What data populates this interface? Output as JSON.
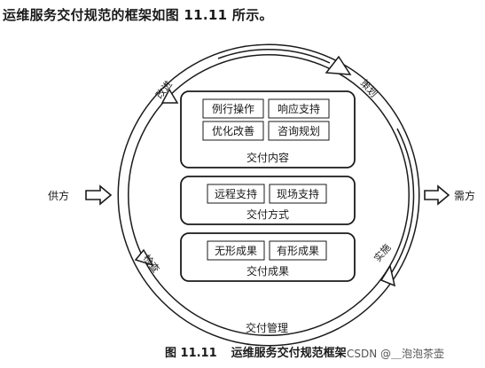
{
  "intro_text": "运维服务交付规范的框架如图 11.11 所示。",
  "content_items": [
    "例行操作",
    "响应支持",
    "优化改善",
    "咨询规划"
  ],
  "content_title": "交付内容",
  "method_items": [
    "远程支持",
    "现场支持"
  ],
  "method_title": "交付方式",
  "result_items": [
    "无形成果",
    "有形成果"
  ],
  "result_title": "交付成果",
  "management_label": "交付管理",
  "supplier_label": "供方",
  "demander_label": "需方",
  "cycle": {
    "improve": "改进",
    "plan": "策划",
    "implement": "实施",
    "check": "检查"
  },
  "caption": {
    "number": "图 11.11",
    "title": "运维服务交付规范框架"
  },
  "watermark": "CSDN @＿泡泡茶壶"
}
